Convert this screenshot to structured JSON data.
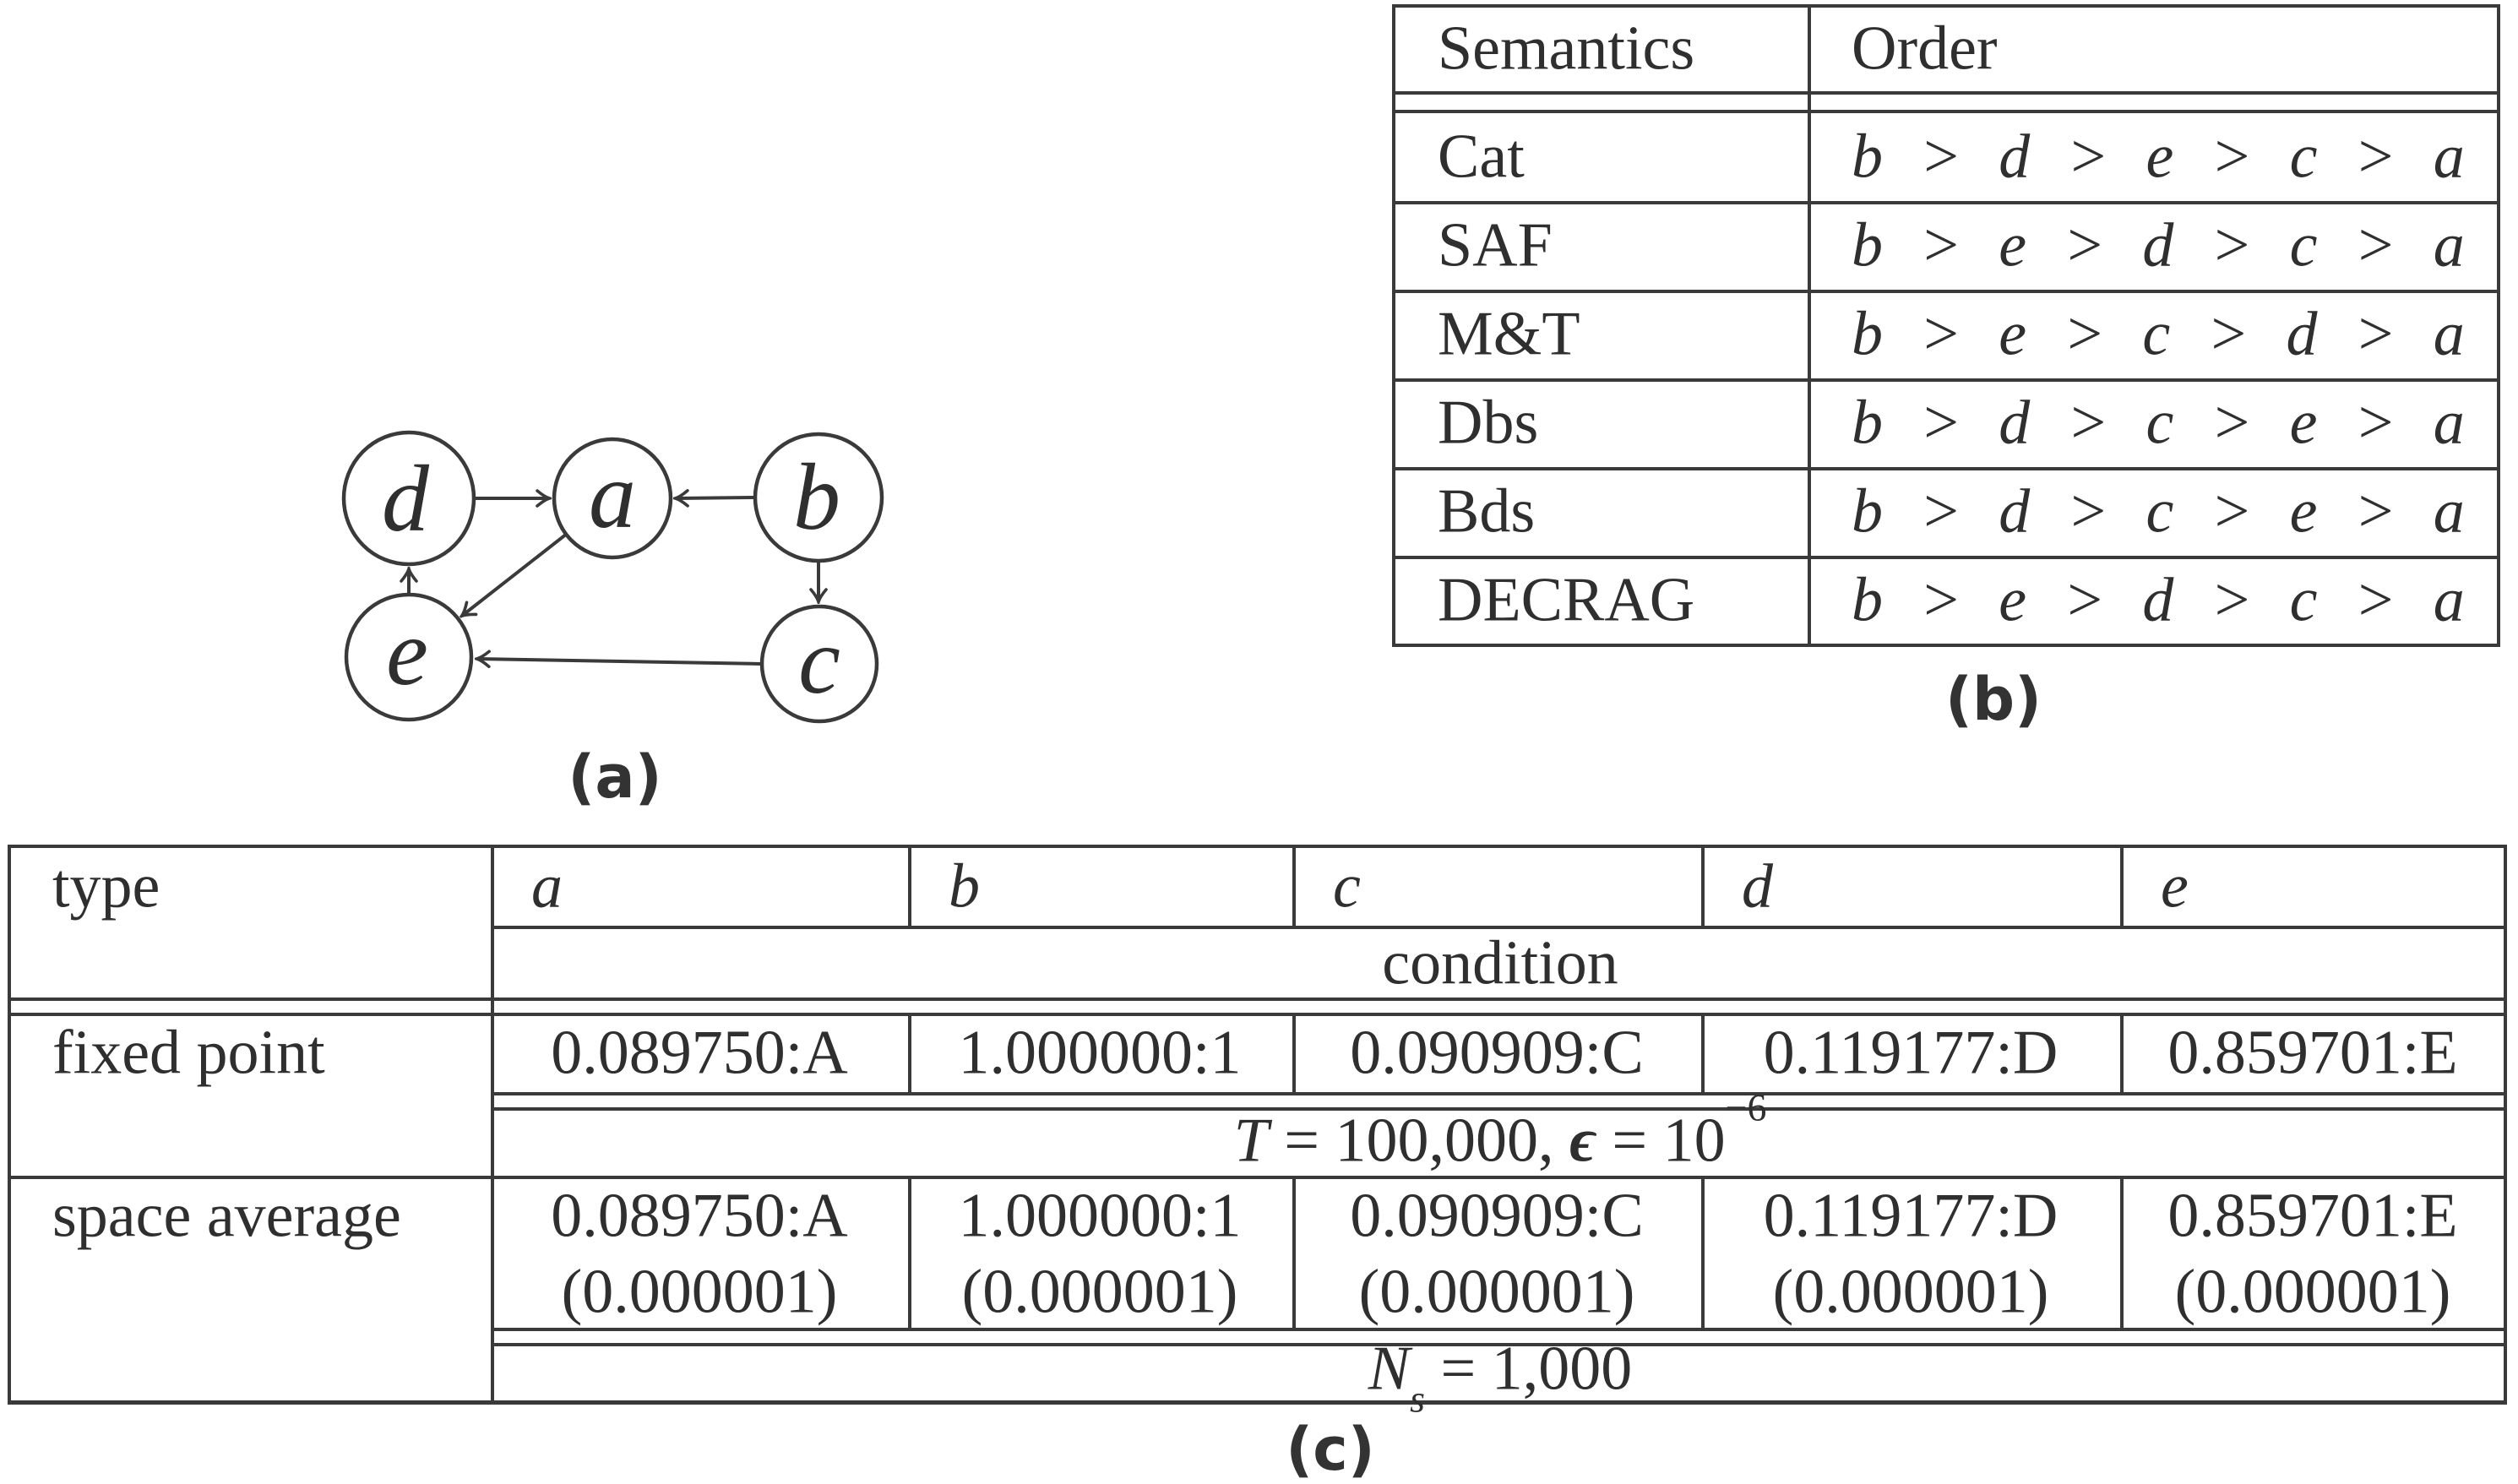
{
  "colors": {
    "ink": "#3a3a3a",
    "text": "#2f2f2f",
    "background": "#ffffff"
  },
  "graph": {
    "caption": "(a)",
    "nodes": [
      {
        "id": "d",
        "label": "d"
      },
      {
        "id": "a",
        "label": "a"
      },
      {
        "id": "b",
        "label": "b"
      },
      {
        "id": "e",
        "label": "e"
      },
      {
        "id": "c",
        "label": "c"
      }
    ],
    "edges": [
      "d→a",
      "b→a",
      "a→e",
      "e→d",
      "b→c",
      "c→e"
    ]
  },
  "tableB": {
    "caption": "(b)",
    "headers": {
      "semantics": "Semantics",
      "order": "Order"
    },
    "rows": [
      {
        "semantics": "Cat",
        "order": "b > d > e > c > a"
      },
      {
        "semantics": "SAF",
        "order": "b > e > d > c > a"
      },
      {
        "semantics": "M&T",
        "order": "b > e > c > d > a"
      },
      {
        "semantics": "Dbs",
        "order": "b > d > c > e > a"
      },
      {
        "semantics": "Bds",
        "order": "b > d > c > e > a"
      },
      {
        "semantics": "DECRAG",
        "order": "b > e > d > c > a"
      }
    ]
  },
  "tableC": {
    "caption": "(c)",
    "corner_header": "type",
    "col_headers": [
      "a",
      "b",
      "c",
      "d",
      "e"
    ],
    "condition_label": "condition",
    "fixed_point": {
      "label": "fixed point",
      "values": [
        "0.089750:A",
        "1.000000:1",
        "0.090909:C",
        "0.119177:D",
        "0.859701:E"
      ],
      "condition": {
        "var": "T",
        "eq": " = 100,000, ",
        "eps": "ϵ",
        "eq2": " = 10",
        "exp": "−6"
      }
    },
    "space_average": {
      "label": "space average",
      "values": [
        "0.089750:A",
        "1.000000:1",
        "0.090909:C",
        "0.119177:D",
        "0.859701:E"
      ],
      "stddev": "(0.000001)",
      "condition": {
        "var": "N",
        "sub": "s",
        "eq": " = 1,000"
      }
    }
  }
}
